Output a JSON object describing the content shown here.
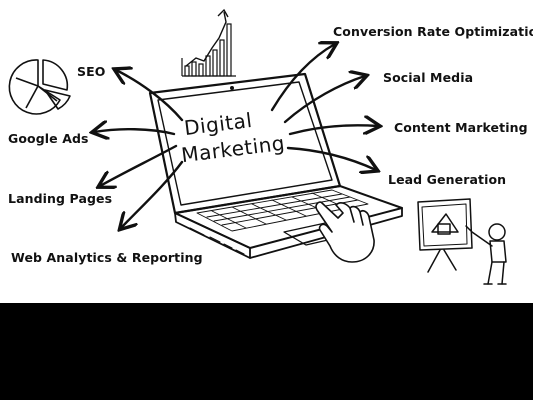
{
  "center": {
    "line1": "Digital",
    "line2": "Marketing"
  },
  "topics": [
    {
      "id": "seo",
      "label": "SEO"
    },
    {
      "id": "google-ads",
      "label": "Google Ads"
    },
    {
      "id": "landing-pages",
      "label": "Landing Pages"
    },
    {
      "id": "web-analytics",
      "label": "Web Analytics & Reporting"
    },
    {
      "id": "cro",
      "label": "Conversion Rate Optimization"
    },
    {
      "id": "social-media",
      "label": "Social Media"
    },
    {
      "id": "content-marketing",
      "label": "Content Marketing"
    },
    {
      "id": "lead-generation",
      "label": "Lead Generation"
    }
  ],
  "colors": {
    "ink": "#111111",
    "paper": "#ffffff",
    "band": "#000000"
  },
  "icons": [
    "pie-chart-icon",
    "bar-graph-icon",
    "presenter-icon",
    "pointing-hand-icon",
    "laptop-icon"
  ]
}
